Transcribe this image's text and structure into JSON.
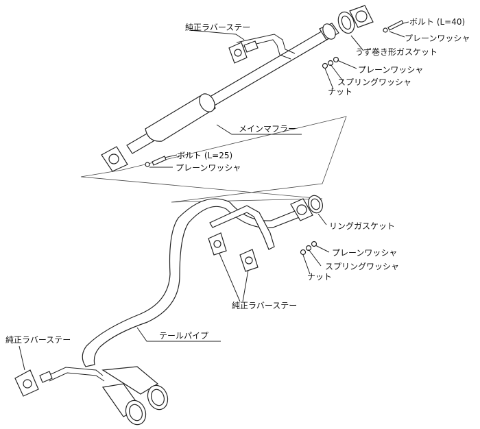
{
  "labels": {
    "rubber_stay_top": "純正ラバーステー",
    "bolt_l40": "ボルト (L=40)",
    "plain_washer_1": "プレーンワッシャ",
    "spiral_gasket": "うず巻き形ガスケット",
    "plain_washer_2": "プレーンワッシャ",
    "spring_washer_1": "スプリングワッシャ",
    "nut_1": "ナット",
    "main_muffler": "メインマフラー",
    "bolt_l25": "ボルト (L=25)",
    "plain_washer_3": "プレーンワッシャ",
    "ring_gasket": "リングガスケット",
    "plain_washer_4": "プレーンワッシャ",
    "spring_washer_2": "スプリングワッシャ",
    "nut_2": "ナット",
    "rubber_stay_mid": "純正ラバーステー",
    "tail_pipe": "テールパイプ",
    "rubber_stay_left": "純正ラバーステー"
  }
}
